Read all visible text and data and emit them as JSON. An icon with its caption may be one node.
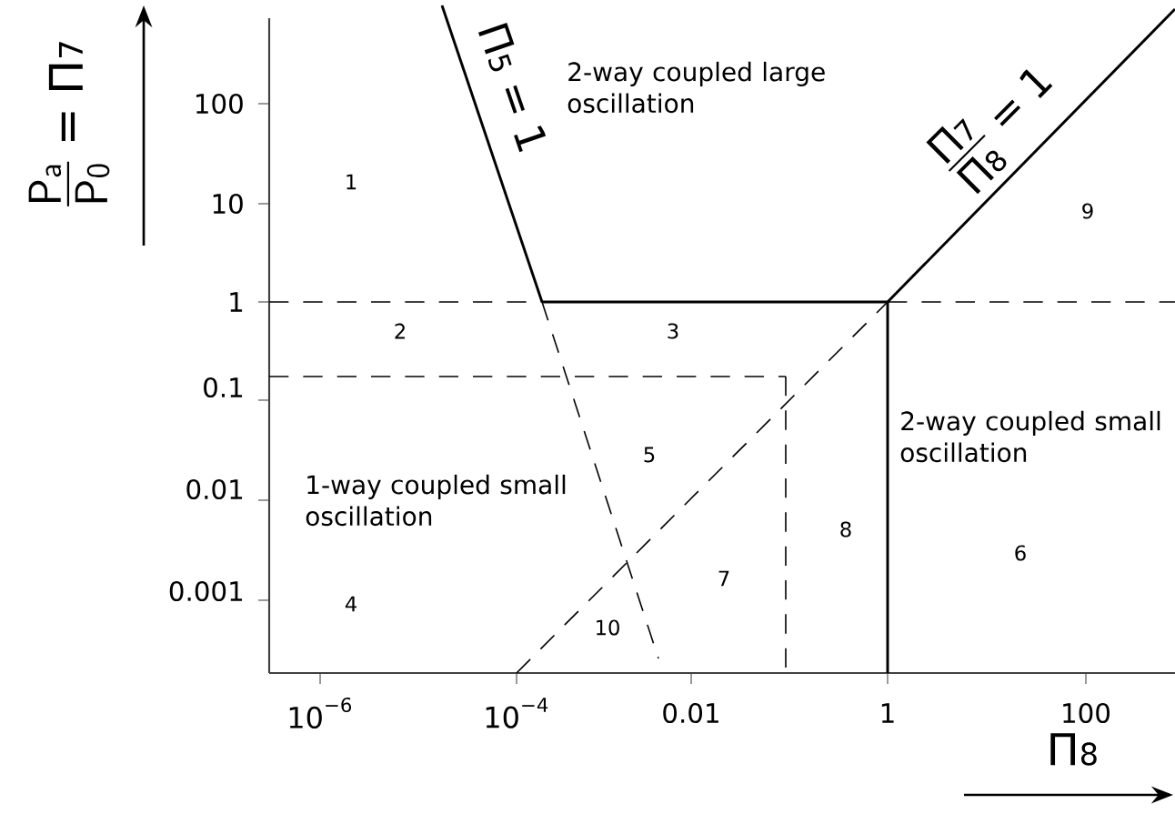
{
  "diagram": {
    "labels": [
      "\\frac{\\mathsf{P}_\\mathsf{a}}{\\mathsf{P}_\\mathsf{0}}=\\Pi_7",
      "\\Pi_5=1",
      "\\frac{\\Pi_7}{\\Pi_8}=1",
      "100",
      "2-way coupled large oscillation",
      "10",
      "1",
      "9",
      "1",
      "2",
      "3",
      "0.1",
      "2-way coupled small oscillation",
      "5",
      "0.01",
      "1-way coupled small oscillation",
      "8",
      "6",
      "0.001",
      "4",
      "7",
      "10",
      "10^{-6}",
      "10^{-4}",
      "0.01",
      "1",
      "100",
      "\\Pi_8"
    ]
  }
}
